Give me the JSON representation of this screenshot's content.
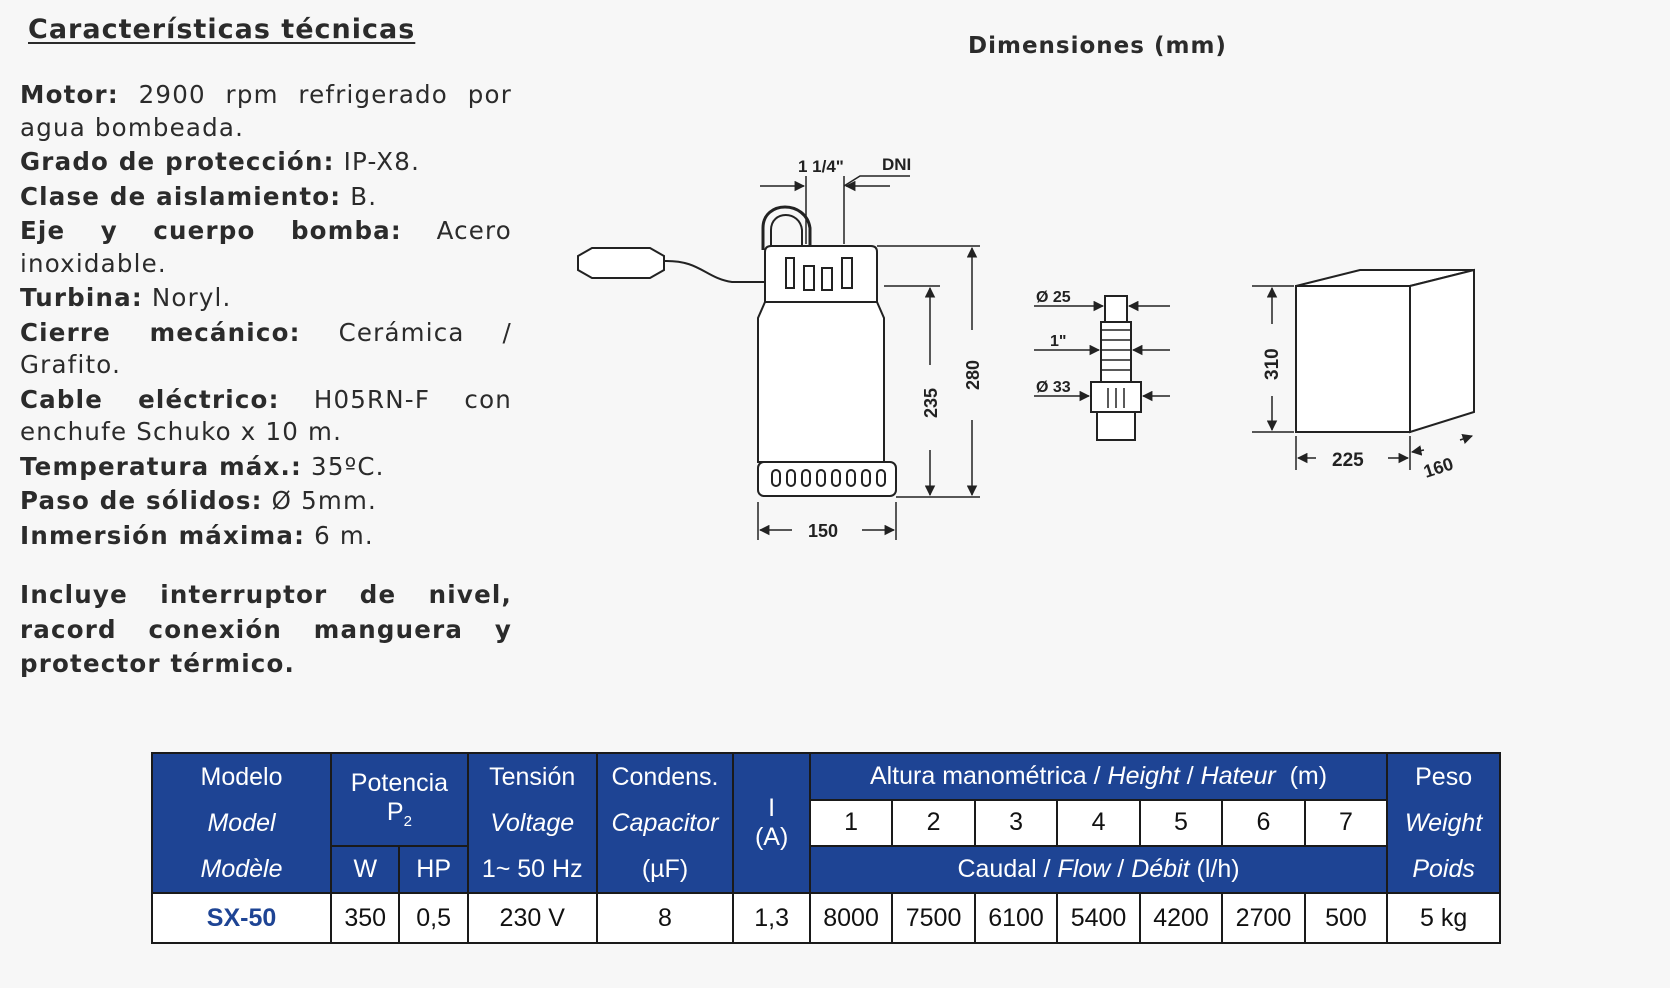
{
  "specs_title": "Características técnicas",
  "specs": [
    {
      "label": "Motor:",
      "value": "2900 rpm refrigerado por agua bombeada."
    },
    {
      "label": "Grado de protección:",
      "value": "IP-X8."
    },
    {
      "label": "Clase de aislamiento:",
      "value": "B."
    },
    {
      "label": "Eje y cuerpo bomba:",
      "value": "Acero inoxidable."
    },
    {
      "label": "Turbina:",
      "value": "Noryl."
    },
    {
      "label": "Cierre mecánico:",
      "value": "Cerámica / Grafito."
    },
    {
      "label": "Cable eléctrico:",
      "value": "H05RN-F con enchufe Schuko x 10 m."
    },
    {
      "label": "Temperatura máx.:",
      "value": "35ºC."
    },
    {
      "label": "Paso de sólidos:",
      "value": "Ø 5mm."
    },
    {
      "label": "Inmersión máxima:",
      "value": "6 m."
    }
  ],
  "includes": "Incluye interruptor de nivel, racord conexión manguera y protector térmico.",
  "dimensions": {
    "title": "Dimensiones (mm)",
    "labels": {
      "outlet": "1 1/4\"",
      "dni": "DNI",
      "h235": "235",
      "h280": "280",
      "w150": "150",
      "d25": "Ø 25",
      "d1": "1\"",
      "d33": "Ø 33",
      "box_h": "310",
      "box_w": "225",
      "box_d": "160"
    }
  },
  "table": {
    "headers": {
      "model": [
        "Modelo",
        "Model",
        "Modèle"
      ],
      "power": "Potencia",
      "power_sym": "P",
      "power_sub": "2",
      "power_w": "W",
      "power_hp": "HP",
      "voltage": [
        "Tensión",
        "Voltage",
        "1~ 50 Hz"
      ],
      "capacitor": [
        "Condens.",
        "Capacitor",
        "(µF)"
      ],
      "current": [
        "I",
        "(A)"
      ],
      "height_es": "Altura manométrica /",
      "height_en": "Height",
      "height_sep": "/",
      "height_fr": "Hateur",
      "height_unit": "(m)",
      "heights": [
        "1",
        "2",
        "3",
        "4",
        "5",
        "6",
        "7"
      ],
      "flow_es": "Caudal /",
      "flow_en": "Flow",
      "flow_sep": "/",
      "flow_fr": "Débit",
      "flow_unit": "(l/h)",
      "weight": [
        "Peso",
        "Weight",
        "Poids"
      ]
    },
    "row": {
      "model": "SX-50",
      "w": "350",
      "hp": "0,5",
      "voltage": "230 V",
      "capacitor": "8",
      "current": "1,3",
      "flows": [
        "8000",
        "7500",
        "6100",
        "5400",
        "4200",
        "2700",
        "500"
      ],
      "weight": "5 kg"
    }
  }
}
